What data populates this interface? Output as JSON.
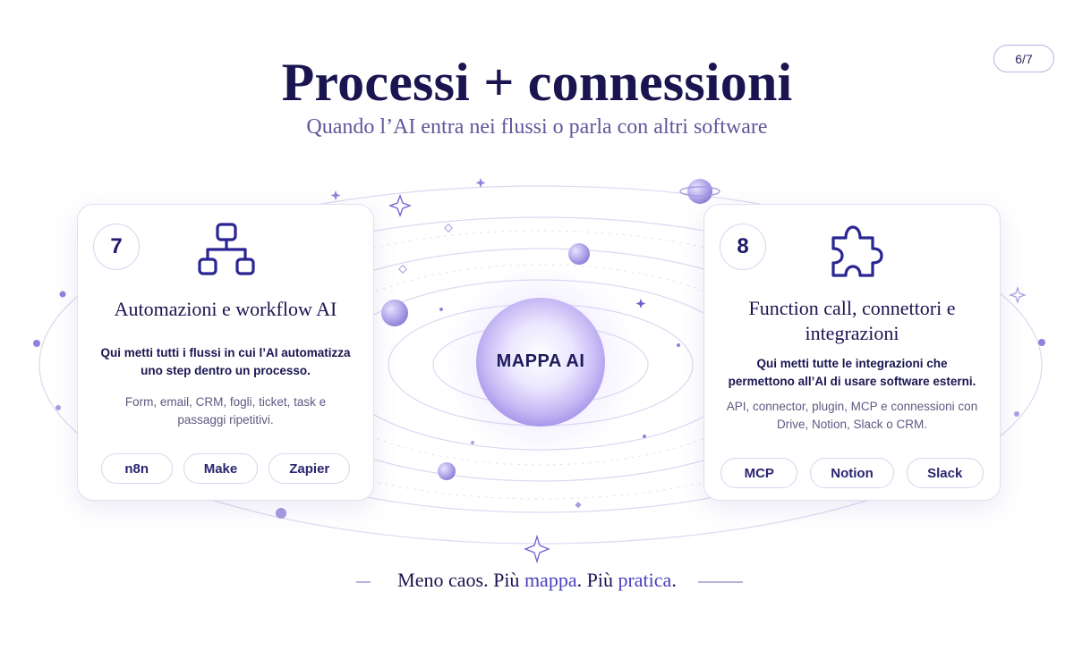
{
  "page": {
    "indicator": "6/7"
  },
  "header": {
    "title": "Processi + connessioni",
    "subtitle": "Quando l’AI entra nei flussi o parla con altri software"
  },
  "center": {
    "label": "MAPPA AI"
  },
  "cards": [
    {
      "number": "7",
      "icon": "workflow-icon",
      "title": "Automazioni e workflow AI",
      "description": "Qui metti tutti i flussi in cui l’AI automatizza uno step dentro un processo.",
      "note": "Form, email, CRM, fogli, ticket, task e passaggi ripetitivi.",
      "chips": [
        "n8n",
        "Make",
        "Zapier"
      ]
    },
    {
      "number": "8",
      "icon": "puzzle-icon",
      "title": "Function call, connettori e integrazioni",
      "description": "Qui metti tutte le integrazioni che permettono all’AI di usare software esterni.",
      "note": "API, connector, plugin, MCP e connessioni con Drive, Notion, Slack o CRM.",
      "chips": [
        "MCP",
        "Notion",
        "Slack"
      ]
    }
  ],
  "footer": {
    "part1": "Meno caos. Più ",
    "accent1": "mappa",
    "part2": ". Più ",
    "accent2": "pratica",
    "part3": "."
  },
  "colors": {
    "title": "#1a1550",
    "accent": "#4a3fbf",
    "orbit": "#d8d3f0",
    "planet": "#a79be0"
  }
}
